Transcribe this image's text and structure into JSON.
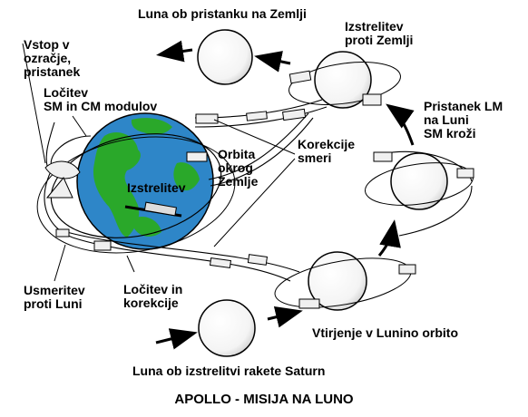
{
  "title": "APOLLO - MISIJA NA LUNO",
  "labels": {
    "moon_return": "Luna ob pristanku na Zemlji",
    "launch_to_earth": "Izstrelitev\nproti Zemlji",
    "reentry": "Vstop v\nozračje,\npristanek",
    "sm_cm_separation": "Ločitev\nSM in CM modulov",
    "course_corrections": "Korekcije\nsmeri",
    "earth_orbit": "Orbita\nokrog\nZemlje",
    "launch": "Izstrelitev",
    "lm_landing": "Pristanek LM\nna Luni\nSM kroži",
    "translunar": "Usmeritev\nproti Luni",
    "separation_correction": "Ločitev in\nkorekcije",
    "lunar_orbit_insertion": "Vtirjenje v Lunino orbito",
    "moon_at_launch": "Luna ob izstrelitvi rakete Saturn"
  },
  "colors": {
    "ocean": "#2e86c8",
    "land": "#2aa82a",
    "moon": "#ffffff",
    "ink": "#000000"
  }
}
